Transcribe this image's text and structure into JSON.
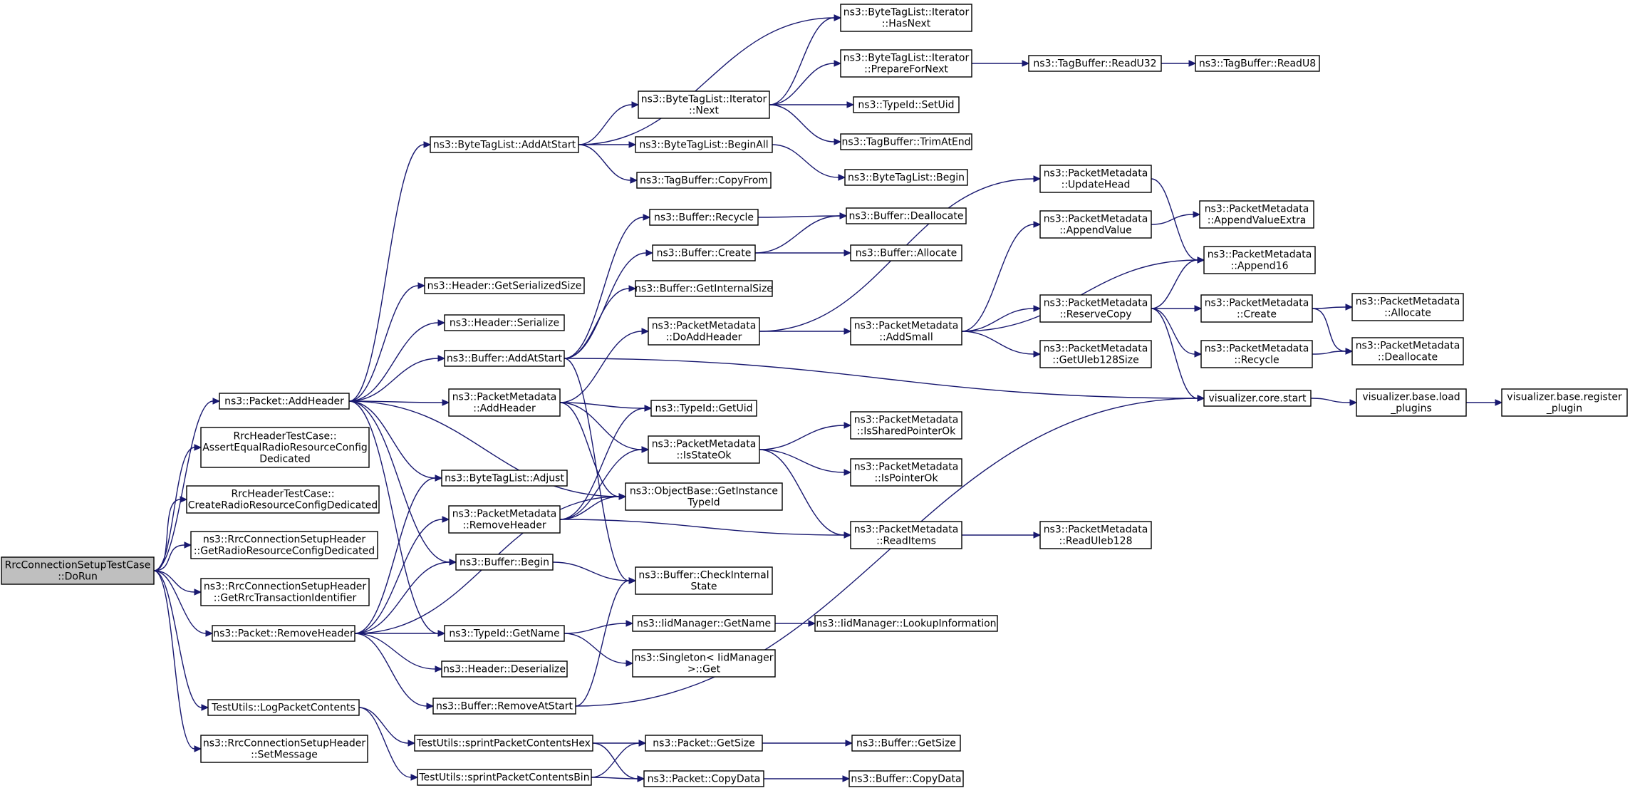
{
  "diagram": {
    "type": "call-graph",
    "nodes": [
      {
        "id": "root",
        "lines": [
          "RrcConnectionSetupTestCase",
          "::DoRun"
        ],
        "highlight": true
      },
      {
        "id": "addHeader",
        "lines": [
          "ns3::Packet::AddHeader"
        ]
      },
      {
        "id": "assertEqual",
        "lines": [
          "RrcHeaderTestCase::",
          "AssertEqualRadioResourceConfig",
          "Dedicated"
        ]
      },
      {
        "id": "createRRC",
        "lines": [
          "RrcHeaderTestCase::",
          "CreateRadioResourceConfigDedicated"
        ]
      },
      {
        "id": "getRRC",
        "lines": [
          "ns3::RrcConnectionSetupHeader",
          "::GetRadioResourceConfigDedicated"
        ]
      },
      {
        "id": "getRrcTid",
        "lines": [
          "ns3::RrcConnectionSetupHeader",
          "::GetRrcTransactionIdentifier"
        ]
      },
      {
        "id": "removeHeader",
        "lines": [
          "ns3::Packet::RemoveHeader"
        ]
      },
      {
        "id": "logPkt",
        "lines": [
          "TestUtils::LogPacketContents"
        ]
      },
      {
        "id": "setMessage",
        "lines": [
          "ns3::RrcConnectionSetupHeader",
          "::SetMessage"
        ]
      },
      {
        "id": "btlAddAtStart",
        "lines": [
          "ns3::ByteTagList::AddAtStart"
        ]
      },
      {
        "id": "hdrGetSerSize",
        "lines": [
          "ns3::Header::GetSerializedSize"
        ]
      },
      {
        "id": "hdrSerialize",
        "lines": [
          "ns3::Header::Serialize"
        ]
      },
      {
        "id": "bufAddAtStart",
        "lines": [
          "ns3::Buffer::AddAtStart"
        ]
      },
      {
        "id": "pmAddHeader",
        "lines": [
          "ns3::PacketMetadata",
          "::AddHeader"
        ]
      },
      {
        "id": "btlAdjust",
        "lines": [
          "ns3::ByteTagList::Adjust"
        ]
      },
      {
        "id": "pmRemoveHeader",
        "lines": [
          "ns3::PacketMetadata",
          "::RemoveHeader"
        ]
      },
      {
        "id": "bufBegin",
        "lines": [
          "ns3::Buffer::Begin"
        ]
      },
      {
        "id": "tidGetName",
        "lines": [
          "ns3::TypeId::GetName"
        ]
      },
      {
        "id": "hdrDeserialize",
        "lines": [
          "ns3::Header::Deserialize"
        ]
      },
      {
        "id": "bufRemoveAtStart",
        "lines": [
          "ns3::Buffer::RemoveAtStart"
        ]
      },
      {
        "id": "sprintHex",
        "lines": [
          "TestUtils::sprintPacketContentsHex"
        ]
      },
      {
        "id": "sprintBin",
        "lines": [
          "TestUtils::sprintPacketContentsBin"
        ]
      },
      {
        "id": "itNext",
        "lines": [
          "ns3::ByteTagList::Iterator",
          "::Next"
        ]
      },
      {
        "id": "btlBeginAll",
        "lines": [
          "ns3::ByteTagList::BeginAll"
        ]
      },
      {
        "id": "tbCopyFrom",
        "lines": [
          "ns3::TagBuffer::CopyFrom"
        ]
      },
      {
        "id": "bufRecycle",
        "lines": [
          "ns3::Buffer::Recycle"
        ]
      },
      {
        "id": "bufCreate",
        "lines": [
          "ns3::Buffer::Create"
        ]
      },
      {
        "id": "bufGetInternalSize",
        "lines": [
          "ns3::Buffer::GetInternalSize"
        ]
      },
      {
        "id": "pmDoAddHeader",
        "lines": [
          "ns3::PacketMetadata",
          "::DoAddHeader"
        ]
      },
      {
        "id": "tidGetUid",
        "lines": [
          "ns3::TypeId::GetUid"
        ]
      },
      {
        "id": "pmIsStateOk",
        "lines": [
          "ns3::PacketMetadata",
          "::IsStateOk"
        ]
      },
      {
        "id": "obGetInstance",
        "lines": [
          "ns3::ObjectBase::GetInstance",
          "TypeId"
        ]
      },
      {
        "id": "bufCheckInternal",
        "lines": [
          "ns3::Buffer::CheckInternal",
          "State"
        ]
      },
      {
        "id": "iidGetName",
        "lines": [
          "ns3::IidManager::GetName"
        ]
      },
      {
        "id": "singletonGet",
        "lines": [
          "ns3::Singleton< IidManager",
          ">::Get"
        ]
      },
      {
        "id": "pktGetSize",
        "lines": [
          "ns3::Packet::GetSize"
        ]
      },
      {
        "id": "pktCopyData",
        "lines": [
          "ns3::Packet::CopyData"
        ]
      },
      {
        "id": "itHasNext",
        "lines": [
          "ns3::ByteTagList::Iterator",
          "::HasNext"
        ]
      },
      {
        "id": "itPrepare",
        "lines": [
          "ns3::ByteTagList::Iterator",
          "::PrepareForNext"
        ]
      },
      {
        "id": "tidSetUid",
        "lines": [
          "ns3::TypeId::SetUid"
        ]
      },
      {
        "id": "tbTrimAtEnd",
        "lines": [
          "ns3::TagBuffer::TrimAtEnd"
        ]
      },
      {
        "id": "btlBegin",
        "lines": [
          "ns3::ByteTagList::Begin"
        ]
      },
      {
        "id": "bufDeallocate",
        "lines": [
          "ns3::Buffer::Deallocate"
        ]
      },
      {
        "id": "bufAllocate",
        "lines": [
          "ns3::Buffer::Allocate"
        ]
      },
      {
        "id": "pmAddSmall",
        "lines": [
          "ns3::PacketMetadata",
          "::AddSmall"
        ]
      },
      {
        "id": "pmUpdateHead",
        "lines": [
          "ns3::PacketMetadata",
          "::UpdateHead"
        ]
      },
      {
        "id": "pmAppendValue",
        "lines": [
          "ns3::PacketMetadata",
          "::AppendValue"
        ]
      },
      {
        "id": "pmReserveCopy",
        "lines": [
          "ns3::PacketMetadata",
          "::ReserveCopy"
        ]
      },
      {
        "id": "pmGetUleb",
        "lines": [
          "ns3::PacketMetadata",
          "::GetUleb128Size"
        ]
      },
      {
        "id": "pmIsShared",
        "lines": [
          "ns3::PacketMetadata",
          "::IsSharedPointerOk"
        ]
      },
      {
        "id": "pmIsPointer",
        "lines": [
          "ns3::PacketMetadata",
          "::IsPointerOk"
        ]
      },
      {
        "id": "pmReadItems",
        "lines": [
          "ns3::PacketMetadata",
          "::ReadItems"
        ]
      },
      {
        "id": "iidLookup",
        "lines": [
          "ns3::IidManager::LookupInformation"
        ]
      },
      {
        "id": "bufGetSize",
        "lines": [
          "ns3::Buffer::GetSize"
        ]
      },
      {
        "id": "bufCopyData",
        "lines": [
          "ns3::Buffer::CopyData"
        ]
      },
      {
        "id": "tbReadU32",
        "lines": [
          "ns3::TagBuffer::ReadU32"
        ]
      },
      {
        "id": "tbReadU8",
        "lines": [
          "ns3::TagBuffer::ReadU8"
        ]
      },
      {
        "id": "pmAppendValueExtra",
        "lines": [
          "ns3::PacketMetadata",
          "::AppendValueExtra"
        ]
      },
      {
        "id": "pmAppend16",
        "lines": [
          "ns3::PacketMetadata",
          "::Append16"
        ]
      },
      {
        "id": "pmCreate",
        "lines": [
          "ns3::PacketMetadata",
          "::Create"
        ]
      },
      {
        "id": "pmRecycle",
        "lines": [
          "ns3::PacketMetadata",
          "::Recycle"
        ]
      },
      {
        "id": "vizStart",
        "lines": [
          "visualizer.core.start"
        ]
      },
      {
        "id": "pmAllocate",
        "lines": [
          "ns3::PacketMetadata",
          "::Allocate"
        ]
      },
      {
        "id": "pmDeallocate",
        "lines": [
          "ns3::PacketMetadata",
          "::Deallocate"
        ]
      },
      {
        "id": "pmReadUleb",
        "lines": [
          "ns3::PacketMetadata",
          "::ReadUleb128"
        ]
      },
      {
        "id": "vizLoad",
        "lines": [
          "visualizer.base.load",
          "_plugins"
        ]
      },
      {
        "id": "vizRegister",
        "lines": [
          "visualizer.base.register",
          "_plugin"
        ]
      }
    ],
    "edges": [
      [
        "root",
        "addHeader"
      ],
      [
        "root",
        "assertEqual"
      ],
      [
        "root",
        "createRRC"
      ],
      [
        "root",
        "getRRC"
      ],
      [
        "root",
        "getRrcTid"
      ],
      [
        "root",
        "removeHeader"
      ],
      [
        "root",
        "logPkt"
      ],
      [
        "root",
        "setMessage"
      ],
      [
        "addHeader",
        "btlAddAtStart"
      ],
      [
        "addHeader",
        "hdrGetSerSize"
      ],
      [
        "addHeader",
        "hdrSerialize"
      ],
      [
        "addHeader",
        "bufAddAtStart"
      ],
      [
        "addHeader",
        "pmAddHeader"
      ],
      [
        "addHeader",
        "btlAdjust"
      ],
      [
        "addHeader",
        "obGetInstance"
      ],
      [
        "addHeader",
        "bufBegin"
      ],
      [
        "addHeader",
        "tidGetName"
      ],
      [
        "removeHeader",
        "btlAdjust"
      ],
      [
        "removeHeader",
        "pmRemoveHeader"
      ],
      [
        "removeHeader",
        "bufBegin"
      ],
      [
        "removeHeader",
        "tidGetName"
      ],
      [
        "removeHeader",
        "hdrDeserialize"
      ],
      [
        "removeHeader",
        "bufRemoveAtStart"
      ],
      [
        "removeHeader",
        "obGetInstance"
      ],
      [
        "logPkt",
        "sprintHex"
      ],
      [
        "logPkt",
        "sprintBin"
      ],
      [
        "btlAddAtStart",
        "itHasNext"
      ],
      [
        "btlAddAtStart",
        "itNext"
      ],
      [
        "btlAddAtStart",
        "btlBeginAll"
      ],
      [
        "btlAddAtStart",
        "tbCopyFrom"
      ],
      [
        "bufAddAtStart",
        "bufRecycle"
      ],
      [
        "bufAddAtStart",
        "bufCreate"
      ],
      [
        "bufAddAtStart",
        "bufGetInternalSize"
      ],
      [
        "bufAddAtStart",
        "bufCheckInternal"
      ],
      [
        "bufAddAtStart",
        "vizStart"
      ],
      [
        "pmAddHeader",
        "pmDoAddHeader"
      ],
      [
        "pmAddHeader",
        "tidGetUid"
      ],
      [
        "pmAddHeader",
        "pmIsStateOk"
      ],
      [
        "pmAddHeader",
        "obGetInstance"
      ],
      [
        "pmRemoveHeader",
        "tidGetUid"
      ],
      [
        "pmRemoveHeader",
        "pmIsStateOk"
      ],
      [
        "pmRemoveHeader",
        "obGetInstance"
      ],
      [
        "pmRemoveHeader",
        "pmReadItems"
      ],
      [
        "bufBegin",
        "bufCheckInternal"
      ],
      [
        "tidGetName",
        "iidGetName"
      ],
      [
        "tidGetName",
        "singletonGet"
      ],
      [
        "bufRemoveAtStart",
        "bufCheckInternal"
      ],
      [
        "bufRemoveAtStart",
        "vizStart"
      ],
      [
        "sprintHex",
        "pktGetSize"
      ],
      [
        "sprintHex",
        "pktCopyData"
      ],
      [
        "sprintBin",
        "pktGetSize"
      ],
      [
        "sprintBin",
        "pktCopyData"
      ],
      [
        "itNext",
        "itHasNext"
      ],
      [
        "itNext",
        "itPrepare"
      ],
      [
        "itNext",
        "tidSetUid"
      ],
      [
        "itNext",
        "tbTrimAtEnd"
      ],
      [
        "btlBeginAll",
        "btlBegin"
      ],
      [
        "bufRecycle",
        "bufDeallocate"
      ],
      [
        "bufCreate",
        "bufDeallocate"
      ],
      [
        "bufCreate",
        "bufAllocate"
      ],
      [
        "pmDoAddHeader",
        "pmUpdateHead"
      ],
      [
        "pmDoAddHeader",
        "pmAddSmall"
      ],
      [
        "pmIsStateOk",
        "pmIsShared"
      ],
      [
        "pmIsStateOk",
        "pmIsPointer"
      ],
      [
        "pmIsStateOk",
        "pmReadItems"
      ],
      [
        "iidGetName",
        "iidLookup"
      ],
      [
        "pktGetSize",
        "bufGetSize"
      ],
      [
        "pktCopyData",
        "bufCopyData"
      ],
      [
        "itPrepare",
        "tbReadU32"
      ],
      [
        "tbReadU32",
        "tbReadU8"
      ],
      [
        "pmAddSmall",
        "pmAppendValue"
      ],
      [
        "pmAddSmall",
        "pmAppend16"
      ],
      [
        "pmAddSmall",
        "pmReserveCopy"
      ],
      [
        "pmAddSmall",
        "pmGetUleb"
      ],
      [
        "pmUpdateHead",
        "pmAppend16"
      ],
      [
        "pmAppendValue",
        "pmAppendValueExtra"
      ],
      [
        "pmReserveCopy",
        "pmAppend16"
      ],
      [
        "pmReserveCopy",
        "pmCreate"
      ],
      [
        "pmReserveCopy",
        "pmRecycle"
      ],
      [
        "pmReserveCopy",
        "vizStart"
      ],
      [
        "pmReadItems",
        "pmReadUleb"
      ],
      [
        "pmCreate",
        "pmAllocate"
      ],
      [
        "pmCreate",
        "pmDeallocate"
      ],
      [
        "pmRecycle",
        "pmDeallocate"
      ],
      [
        "vizStart",
        "vizLoad"
      ],
      [
        "vizLoad",
        "vizRegister"
      ]
    ]
  }
}
